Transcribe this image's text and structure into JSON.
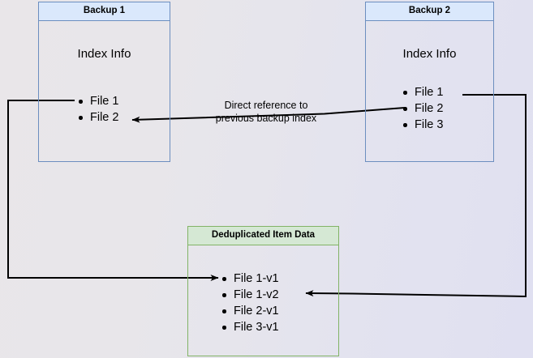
{
  "diagram": {
    "title": "Backup deduplication index reference diagram",
    "background_from": "#e9e6e9",
    "background_to": "#e0e0f1",
    "blue_border": "#6c8ebf",
    "blue_fill": "#dae8fc",
    "green_border": "#82b366",
    "green_fill": "#d5e8d4",
    "edge_color": "#000000"
  },
  "boxes": {
    "backup1": {
      "header": "Backup 1",
      "section_label": "Index Info",
      "files": [
        "File 1",
        "File 2"
      ]
    },
    "backup2": {
      "header": "Backup 2",
      "section_label": "Index Info",
      "files": [
        "File 1",
        "File 2",
        "File 3"
      ]
    },
    "dedup": {
      "header": "Deduplicated Item Data",
      "files": [
        "File 1-v1",
        "File 1-v2",
        "File 2-v1",
        "File 3-v1"
      ]
    }
  },
  "edges": {
    "direct_reference": {
      "label": "Direct reference to\nprevious backup index"
    }
  }
}
